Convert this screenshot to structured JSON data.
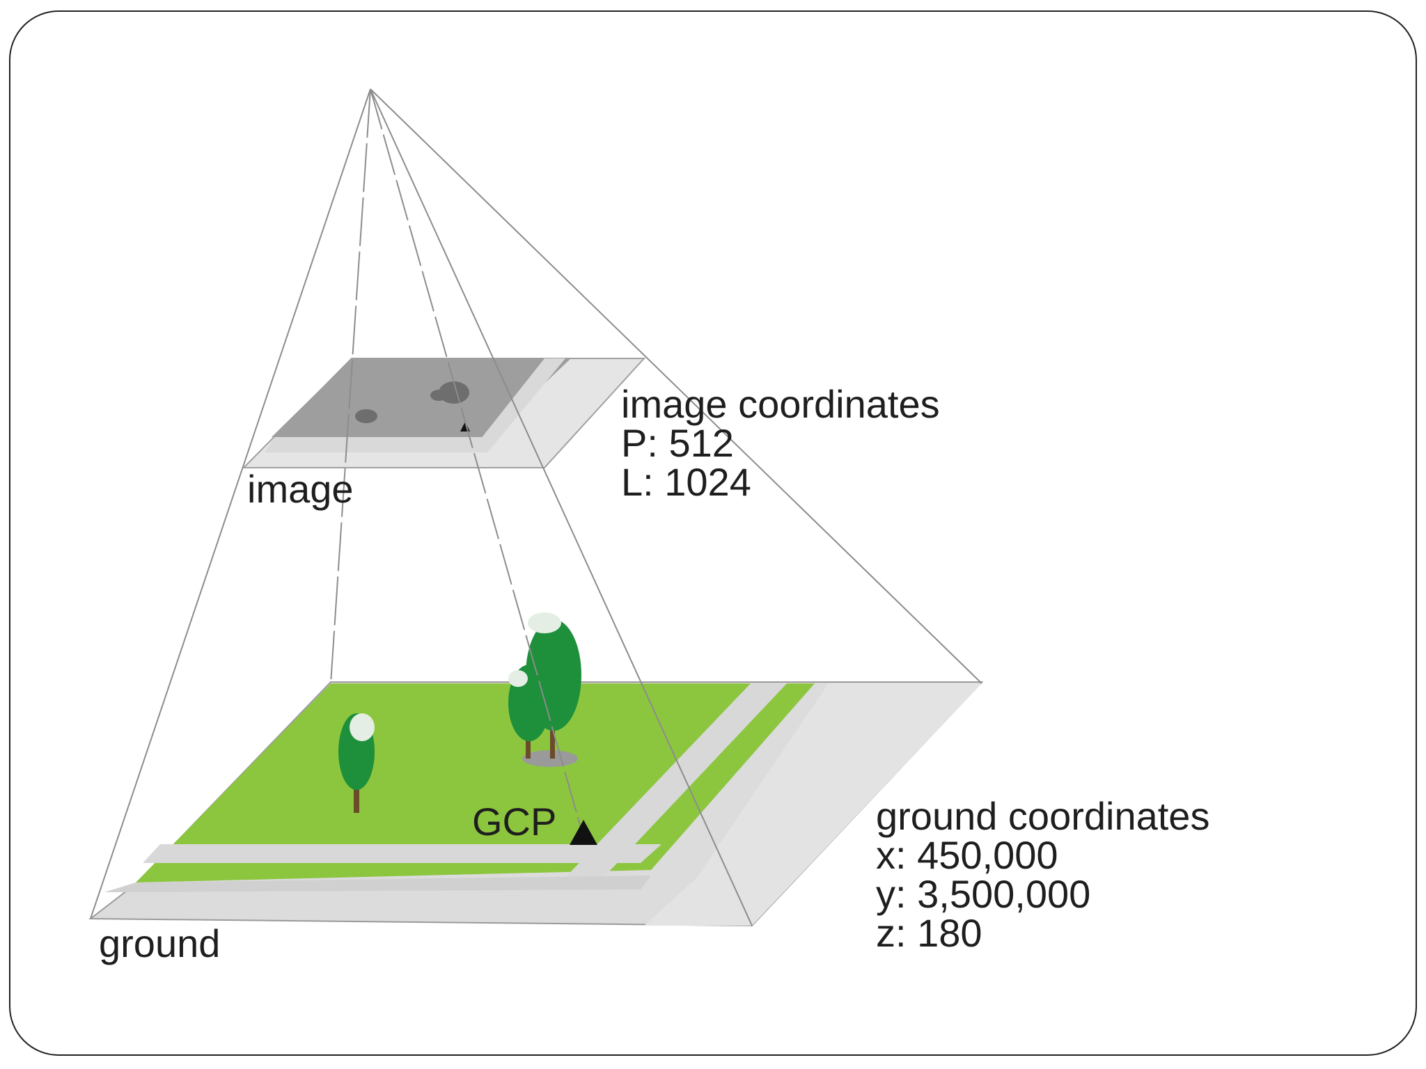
{
  "labels": {
    "image": "image",
    "ground": "ground",
    "gcp": "GCP"
  },
  "image_coordinates": {
    "title": "image coordinates",
    "p": "P: 512",
    "l": "L: 1024"
  },
  "ground_coordinates": {
    "title": "ground coordinates",
    "x": "x: 450,000",
    "y": "y: 3,500,000",
    "z": "z: 180"
  },
  "colors": {
    "frame_border": "#222222",
    "pyramid_line": "#8c8c8c",
    "image_plane": "#9e9e9e",
    "image_plane_edge": "#cfcfcf",
    "image_road": "#d9d9d9",
    "image_blob": "#6e6e6e",
    "ground_grass": "#8cc63f",
    "ground_edge": "#dcdcdc",
    "ground_road": "#d8d8d8",
    "tree_foliage": "#1e8f3a",
    "tree_trunk": "#6b4b2a",
    "text": "#1e1e1e"
  }
}
